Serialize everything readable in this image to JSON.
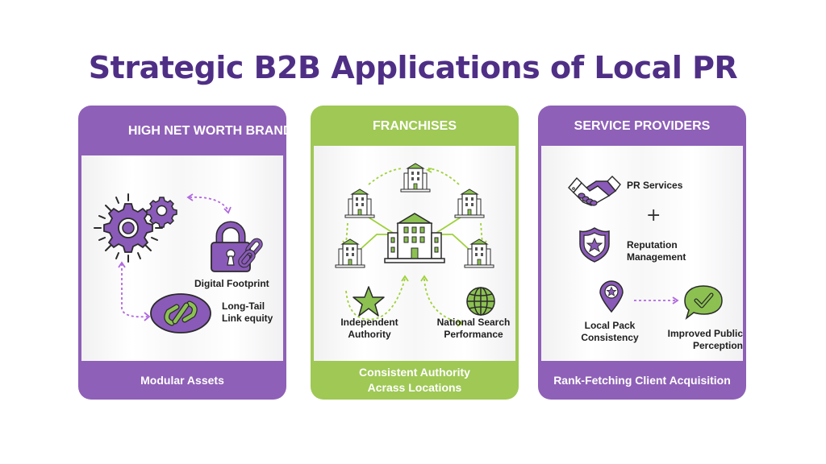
{
  "title": "Strategic B2B Applications of Local PR",
  "colors": {
    "title": "#4f2f86",
    "purple": "#8e60b7",
    "green": "#9fc855",
    "icon_purple": "#8a5ab8",
    "icon_green": "#8cc152"
  },
  "cards": [
    {
      "header": "HIGH NET WORTH BRANDS",
      "theme": "purple",
      "items": [
        {
          "label": "Digital Footprint",
          "icon": "padlock-chain-icon"
        },
        {
          "label_line1": "Long-Tail",
          "label_line2": "Link equity",
          "icon": "link-icon"
        },
        {
          "icon": "gears-icon"
        }
      ],
      "footer": "Modular Assets"
    },
    {
      "header": "FRANCHISES",
      "theme": "green",
      "items": [
        {
          "icon": "central-building-icon"
        },
        {
          "label_line1": "Independent",
          "label_line2": "Authority",
          "icon": "star-icon"
        },
        {
          "label_line1": "National Search",
          "label_line2": "Performance",
          "icon": "globe-icon"
        }
      ],
      "footer_line1": "Consistent Authority",
      "footer_line2": "Acrass Locations"
    },
    {
      "header": "SERVICE PROVIDERS",
      "theme": "purple",
      "items": [
        {
          "label": "PR Services",
          "icon": "handshake-icon"
        },
        {
          "symbol": "+"
        },
        {
          "label_line1": "Reputation",
          "label_line2": "Management",
          "icon": "shield-star-icon"
        },
        {
          "label_line1": "Local Pack",
          "label_line2": "Consistency",
          "icon": "map-pin-star-icon"
        },
        {
          "label_line1": "Improved Public",
          "label_line2": "Perception",
          "icon": "speech-bubble-check-icon"
        }
      ],
      "footer": "Rank-Fetching Client Acquisition"
    }
  ]
}
